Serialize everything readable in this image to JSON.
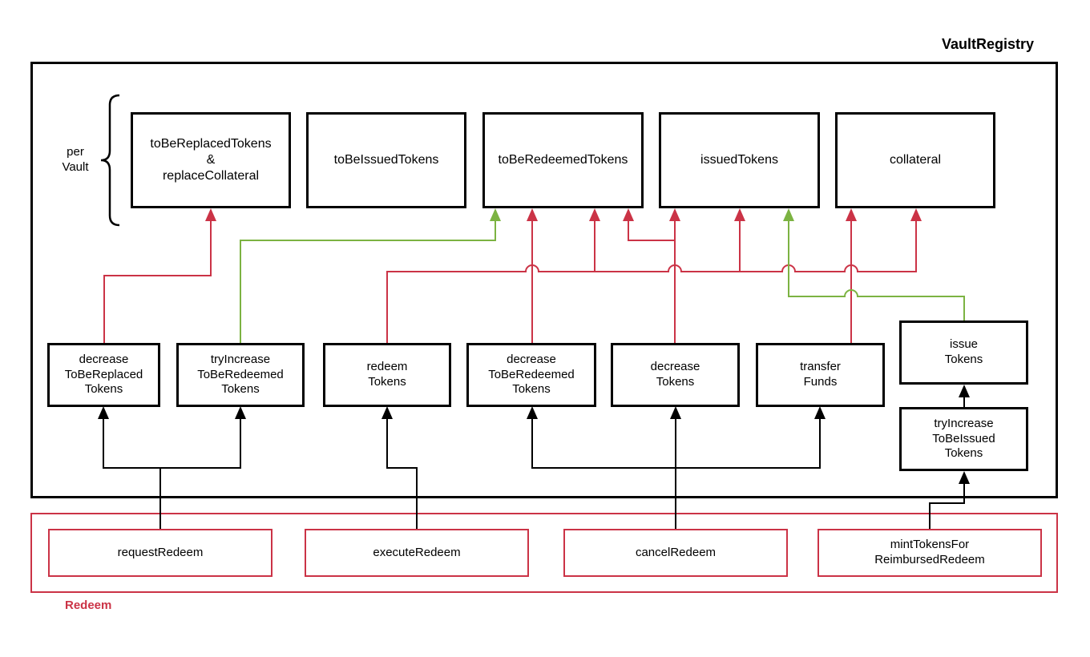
{
  "diagram": {
    "title": "VaultRegistry",
    "module_label": "Redeem",
    "per_vault_label": "per\nVault",
    "colors": {
      "decrease_arrow_red": "#CB3346",
      "increase_arrow_green": "#7CB342",
      "call_arrow_black": "#000000",
      "module_border_red": "#CB3346"
    },
    "storage_items": [
      {
        "id": "toBeReplacedTokens",
        "label": "toBeReplacedTokens\n&\nreplaceCollateral"
      },
      {
        "id": "toBeIssuedTokens",
        "label": "toBeIssuedTokens"
      },
      {
        "id": "toBeRedeemedTokens",
        "label": "toBeRedeemedTokens"
      },
      {
        "id": "issuedTokens",
        "label": "issuedTokens"
      },
      {
        "id": "collateral",
        "label": "collateral"
      }
    ],
    "functions": [
      {
        "id": "decreaseToBeReplacedTokens",
        "label": "decrease\nToBeReplaced\nTokens"
      },
      {
        "id": "tryIncreaseToBeRedeemedTokens",
        "label": "tryIncrease\nToBeRedeemed\nTokens"
      },
      {
        "id": "redeemTokens",
        "label": "redeem\nTokens"
      },
      {
        "id": "decreaseToBeRedeemedTokens",
        "label": "decrease\nToBeRedeemed\nTokens"
      },
      {
        "id": "decreaseTokens",
        "label": "decrease\nTokens"
      },
      {
        "id": "transferFunds",
        "label": "transfer\nFunds"
      },
      {
        "id": "issueTokens",
        "label": "issue\nTokens"
      },
      {
        "id": "tryIncreaseToBeIssuedTokens",
        "label": "tryIncrease\nToBeIssued\nTokens"
      }
    ],
    "extrinsics": [
      {
        "id": "requestRedeem",
        "label": "requestRedeem"
      },
      {
        "id": "executeRedeem",
        "label": "executeRedeem"
      },
      {
        "id": "cancelRedeem",
        "label": "cancelRedeem"
      },
      {
        "id": "mintTokensForReimbursedRedeem",
        "label": "mintTokensFor\nReimbursedRedeem"
      }
    ],
    "edges": [
      {
        "from": "requestRedeem",
        "to": "decreaseToBeReplacedTokens",
        "color": "black"
      },
      {
        "from": "requestRedeem",
        "to": "tryIncreaseToBeRedeemedTokens",
        "color": "black"
      },
      {
        "from": "executeRedeem",
        "to": "redeemTokens",
        "color": "black"
      },
      {
        "from": "cancelRedeem",
        "to": "decreaseToBeRedeemedTokens",
        "color": "black"
      },
      {
        "from": "cancelRedeem",
        "to": "decreaseTokens",
        "color": "black"
      },
      {
        "from": "cancelRedeem",
        "to": "transferFunds",
        "color": "black"
      },
      {
        "from": "mintTokensForReimbursedRedeem",
        "to": "tryIncreaseToBeIssuedTokens",
        "color": "black"
      },
      {
        "from": "tryIncreaseToBeIssuedTokens",
        "to": "issueTokens",
        "color": "black"
      },
      {
        "from": "decreaseToBeReplacedTokens",
        "to": "toBeReplacedTokens",
        "color": "red"
      },
      {
        "from": "tryIncreaseToBeRedeemedTokens",
        "to": "toBeRedeemedTokens",
        "color": "green"
      },
      {
        "from": "redeemTokens",
        "to": "toBeRedeemedTokens",
        "color": "red"
      },
      {
        "from": "redeemTokens",
        "to": "issuedTokens",
        "color": "red"
      },
      {
        "from": "redeemTokens",
        "to": "collateral",
        "color": "red"
      },
      {
        "from": "decreaseToBeRedeemedTokens",
        "to": "toBeRedeemedTokens",
        "color": "red"
      },
      {
        "from": "decreaseTokens",
        "to": "toBeRedeemedTokens",
        "color": "red"
      },
      {
        "from": "decreaseTokens",
        "to": "issuedTokens",
        "color": "red"
      },
      {
        "from": "transferFunds",
        "to": "collateral",
        "color": "red"
      },
      {
        "from": "issueTokens",
        "to": "issuedTokens",
        "color": "green"
      }
    ]
  }
}
